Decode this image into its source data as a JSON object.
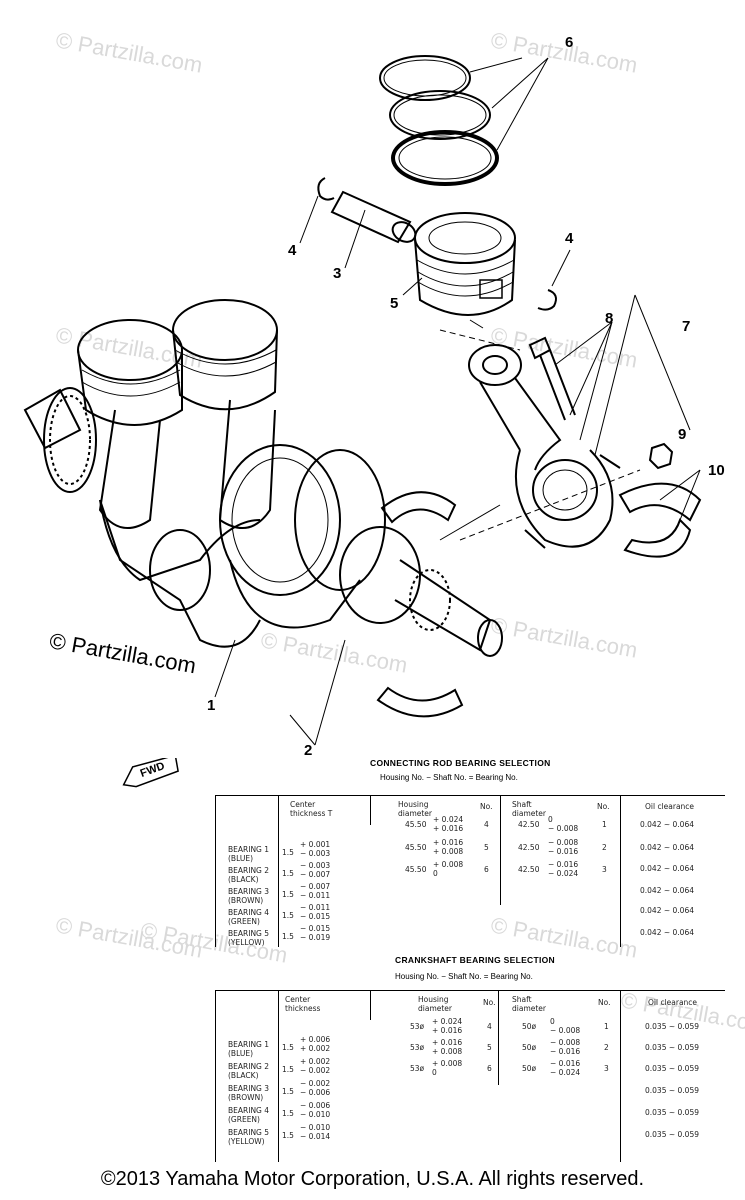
{
  "watermarks": [
    "© Partzilla.com",
    "© Partzilla.com",
    "© Partzilla.com",
    "© Partzilla.com",
    "© Partzilla.com",
    "© Partzilla.com",
    "© Partzilla.com",
    "© Partzilla.com",
    "© Partzilla.com",
    "© Partzilla.com"
  ],
  "brand_watermark": "© Partzilla.com",
  "callouts": {
    "c1": "1",
    "c2": "2",
    "c3": "3",
    "c4a": "4",
    "c4b": "4",
    "c5": "5",
    "c6": "6",
    "c7": "7",
    "c8": "8",
    "c9": "9",
    "c10": "10"
  },
  "fwd_label": "FWD",
  "rod_table": {
    "title": "CONNECTING ROD BEARING SELECTION",
    "subtitle": "Housing No. − Shaft No. = Bearing No.",
    "headers": {
      "center": "Center\nthickness T",
      "housing": "Housing\ndiameter",
      "no1": "No.",
      "shaft": "Shaft\ndiameter",
      "no2": "No.",
      "clearance": "Oil clearance"
    },
    "housing_rows": [
      {
        "dia": "45.50",
        "tol": "+ 0.024\n+ 0.016",
        "no": "4"
      },
      {
        "dia": "45.50",
        "tol": "+ 0.016\n+ 0.008",
        "no": "5"
      },
      {
        "dia": "45.50",
        "tol": "+ 0.008\n0",
        "no": "6"
      }
    ],
    "shaft_rows": [
      {
        "dia": "42.50",
        "tol": "0\n− 0.008",
        "no": "1"
      },
      {
        "dia": "42.50",
        "tol": "− 0.008\n− 0.016",
        "no": "2"
      },
      {
        "dia": "42.50",
        "tol": "− 0.016\n− 0.024",
        "no": "3"
      }
    ],
    "bearings": [
      {
        "name": "BEARING 1\n(BLUE)",
        "center": "1.5",
        "tol": "+ 0.001\n− 0.003"
      },
      {
        "name": "BEARING 2\n(BLACK)",
        "center": "1.5",
        "tol": "− 0.003\n− 0.007"
      },
      {
        "name": "BEARING 3\n(BROWN)",
        "center": "1.5",
        "tol": "− 0.007\n− 0.011"
      },
      {
        "name": "BEARING 4\n(GREEN)",
        "center": "1.5",
        "tol": "− 0.011\n− 0.015"
      },
      {
        "name": "BEARING 5\n(YELLOW)",
        "center": "1.5",
        "tol": "− 0.015\n− 0.019"
      }
    ],
    "clearances": [
      "0.042 ~ 0.064",
      "0.042 ~ 0.064",
      "0.042 ~ 0.064",
      "0.042 ~ 0.064",
      "0.042 ~ 0.064",
      "0.042 ~ 0.064"
    ]
  },
  "crank_table": {
    "title": "CRANKSHAFT BEARING SELECTION",
    "subtitle": "Housing No. − Shaft No. = Bearing No.",
    "headers": {
      "center": "Center\nthickness",
      "housing": "Housing\ndiameter",
      "no1": "No.",
      "shaft": "Shaft\ndiameter",
      "no2": "No.",
      "clearance": "Oil clearance"
    },
    "housing_rows": [
      {
        "dia": "53ø",
        "tol": "+ 0.024\n+ 0.016",
        "no": "4"
      },
      {
        "dia": "53ø",
        "tol": "+ 0.016\n+ 0.008",
        "no": "5"
      },
      {
        "dia": "53ø",
        "tol": "+ 0.008\n0",
        "no": "6"
      }
    ],
    "shaft_rows": [
      {
        "dia": "50ø",
        "tol": "0\n− 0.008",
        "no": "1"
      },
      {
        "dia": "50ø",
        "tol": "− 0.008\n− 0.016",
        "no": "2"
      },
      {
        "dia": "50ø",
        "tol": "− 0.016\n− 0.024",
        "no": "3"
      }
    ],
    "bearings": [
      {
        "name": "BEARING 1\n(BLUE)",
        "center": "1.5",
        "tol": "+ 0.006\n+ 0.002"
      },
      {
        "name": "BEARING 2\n(BLACK)",
        "center": "1.5",
        "tol": "+ 0.002\n− 0.002"
      },
      {
        "name": "BEARING 3\n(BROWN)",
        "center": "1.5",
        "tol": "− 0.002\n− 0.006"
      },
      {
        "name": "BEARING 4\n(GREEN)",
        "center": "1.5",
        "tol": "− 0.006\n− 0.010"
      },
      {
        "name": "BEARING 5\n(YELLOW)",
        "center": "1.5",
        "tol": "− 0.010\n− 0.014"
      }
    ],
    "clearances": [
      "0.035 ~ 0.059",
      "0.035 ~ 0.059",
      "0.035 ~ 0.059",
      "0.035 ~ 0.059",
      "0.035 ~ 0.059",
      "0.035 ~ 0.059"
    ]
  },
  "copyright": "©2013 Yamaha Motor Corporation, U.S.A. All rights reserved."
}
